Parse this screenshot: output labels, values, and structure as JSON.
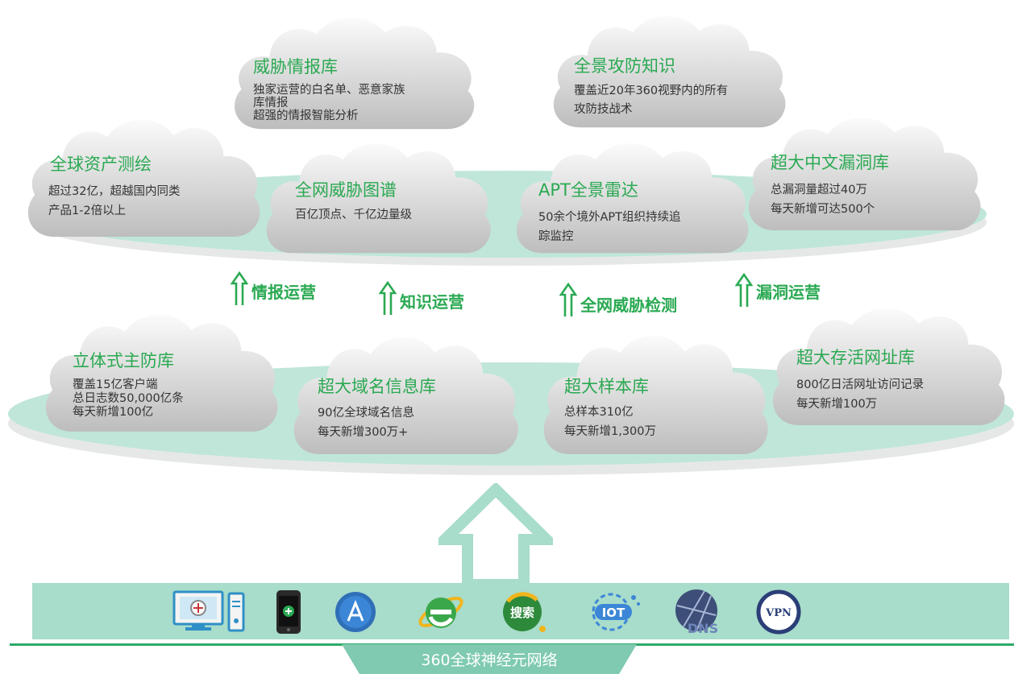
{
  "colors": {
    "title_green": "#2aa952",
    "platter": "#bfe6d9",
    "net_bar": "#a8dccb",
    "arrow_green": "#7fcab0"
  },
  "top_clouds": [
    {
      "title": "威胁情报库",
      "lines": [
        "独家运营的白名单、恶意家族",
        "库情报",
        "超强的情报智能分析"
      ]
    },
    {
      "title": "全景攻防知识",
      "lines": [
        "覆盖近20年360视野内的所有",
        "攻防技战术"
      ]
    },
    {
      "title": "全球资产测绘",
      "lines": [
        "超过32亿，超越国内同类",
        "产品1-2倍以上"
      ]
    },
    {
      "title": "全网威胁图谱",
      "lines": [
        "百亿顶点、千亿边量级"
      ]
    },
    {
      "title": "APT全景雷达",
      "lines": [
        "50余个境外APT组织持续追",
        "踪监控"
      ]
    },
    {
      "title": "超大中文漏洞库",
      "lines": [
        "总漏洞量超过40万",
        "每天新增可达500个"
      ]
    }
  ],
  "flows": [
    "情报运营",
    "知识运营",
    "全网威胁检测",
    "漏洞运营"
  ],
  "bottom_clouds": [
    {
      "title": "立体式主防库",
      "lines": [
        "覆盖15亿客户端",
        "总日志数50,000亿条",
        "每天新增100亿"
      ]
    },
    {
      "title": "超大域名信息库",
      "lines": [
        "90亿全球域名信息",
        "每天新增300万+"
      ]
    },
    {
      "title": "超大样本库",
      "lines": [
        "总样本310亿",
        "每天新增1,300万"
      ]
    },
    {
      "title": "超大存活网址库",
      "lines": [
        "800亿日活网址访问记录",
        "每天新增100万"
      ]
    }
  ],
  "network": {
    "label": "360全球神经元网络",
    "icons": [
      {
        "name": "computer-icon"
      },
      {
        "name": "mobile-icon"
      },
      {
        "name": "app-store-icon"
      },
      {
        "name": "ie-browser-icon"
      },
      {
        "name": "search-icon",
        "text": "搜索"
      },
      {
        "name": "iot-icon",
        "text": "IOT"
      },
      {
        "name": "dns-icon",
        "text": "DNS"
      },
      {
        "name": "vpn-icon",
        "text": "VPN"
      }
    ]
  }
}
